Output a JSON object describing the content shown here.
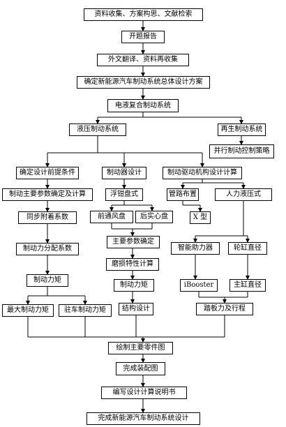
{
  "nodes": {
    "collect": "资料收集、方案构思、文献检索",
    "proposal": "开题报告",
    "translate": "外文翻译、资料再收集",
    "overall": "确定新能源汽车制动系统总体设计方案",
    "hybrid": "电液复合制动系统",
    "hydraulic": "液压制动系统",
    "regen": "再生制动系统",
    "parallel_ctrl": "并行制动控制策略",
    "premise": "确定设计前提条件",
    "brake_design": "制动器设计",
    "actuator": "制动驱动机构设计计算",
    "main_params": "制动主要参数确定及计算",
    "caliper": "浮钳盘式",
    "piping": "管路布置",
    "manual": "人力液压式",
    "sync_adhesion": "同步附着系数",
    "front_disc": "前通风盘",
    "rear_disc": "后实心盘",
    "x_type": "X 型",
    "key_params": "主要参数确定",
    "force_dist": "制动力分配系数",
    "booster": "智能助力器",
    "cylinder": "轮缸直径",
    "wear": "磨损特性计算",
    "torque": "制动力矩",
    "torque2": "制动力矩",
    "ibooster": "iBooster",
    "master_dia": "主缸直径",
    "max_torque": "最大制动力矩",
    "park_torque": "驻车制动力矩",
    "structure": "结构设计",
    "pedal": "踏板力及行程",
    "drawings": "绘制主要零件图",
    "assembly": "完成装配图",
    "manual_doc": "编写设计计算说明书",
    "finish": "完成新能源汽车制动系统设计"
  }
}
